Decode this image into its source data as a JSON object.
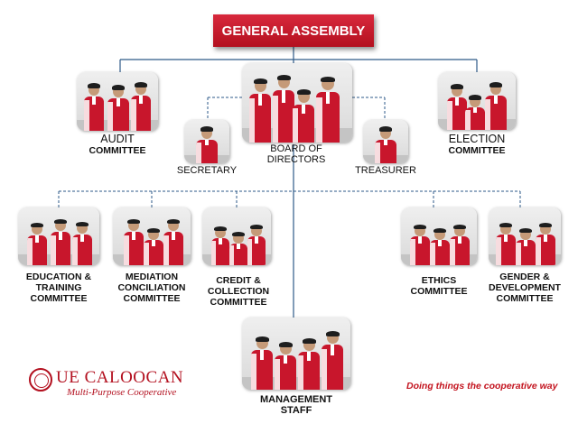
{
  "header": {
    "title": "GENERAL ASSEMBLY"
  },
  "nodes": {
    "audit": {
      "line1": "AUDIT",
      "line2": "COMMITTEE"
    },
    "board": {
      "line1": "BOARD OF",
      "line2": "DIRECTORS"
    },
    "election": {
      "line1": "ELECTION",
      "line2": "COMMITTEE"
    },
    "secretary": {
      "line1": "SECRETARY"
    },
    "treasurer": {
      "line1": "TREASURER"
    },
    "education": {
      "line1": "EDUCATION &",
      "line2": "TRAINING",
      "line3": "COMMITTEE"
    },
    "mediation": {
      "line1": "MEDIATION",
      "line2": "CONCILIATION",
      "line3": "COMMITTEE"
    },
    "credit": {
      "line1": "CREDIT &",
      "line2": "COLLECTION",
      "line3": "COMMITTEE"
    },
    "ethics": {
      "line1": "ETHICS",
      "line2": "COMMITTEE"
    },
    "gender": {
      "line1": "GENDER &",
      "line2": "DEVELOPMENT",
      "line3": "COMMITTEE"
    },
    "management": {
      "line1": "MANAGEMENT",
      "line2": "STAFF"
    }
  },
  "logo": {
    "name": "UE CALOOCAN",
    "subtitle": "Multi-Purpose Cooperative"
  },
  "tagline": "Doing things the cooperative way",
  "colors": {
    "accent": "#c8162c",
    "line": "#2e5a88",
    "text": "#111111"
  }
}
